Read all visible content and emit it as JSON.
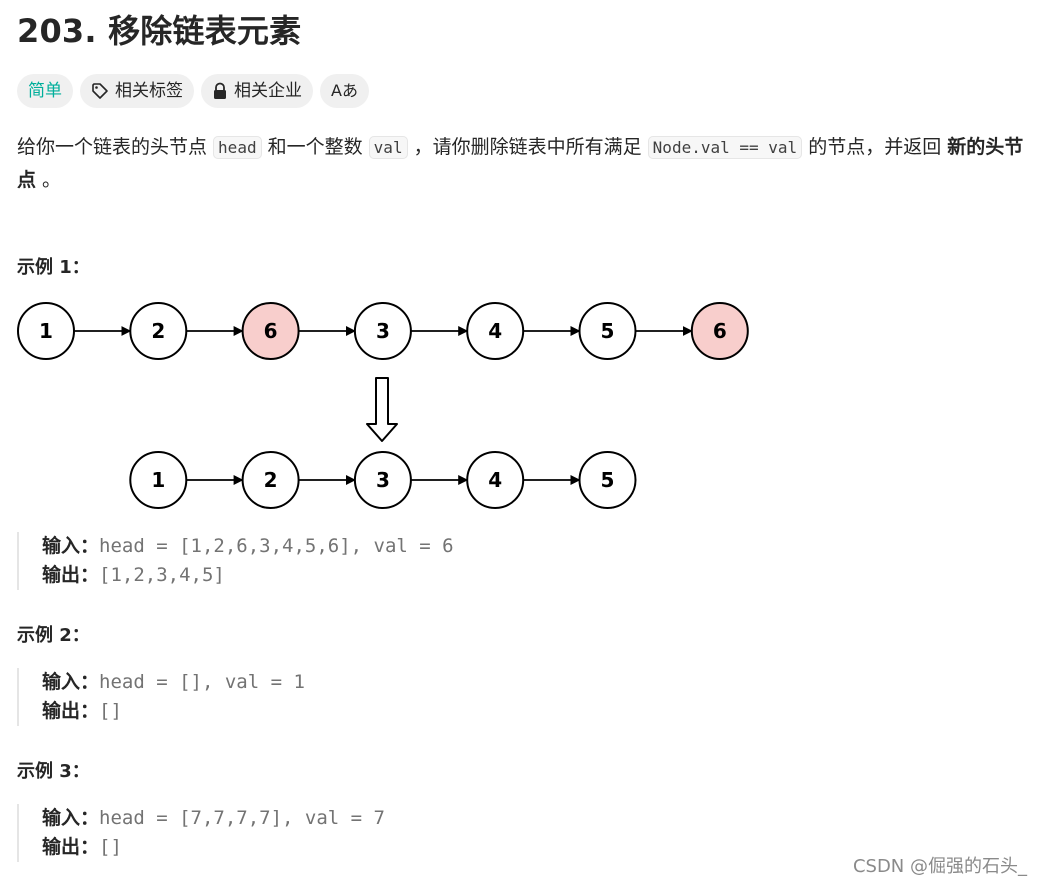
{
  "problem": {
    "title": "203. 移除链表元素",
    "tags": {
      "difficulty": "简单",
      "topics": "相关标签",
      "companies": "相关企业",
      "translate_icon": "Aあ"
    },
    "description": {
      "p1": "给你一个链表的头节点 ",
      "code_head": "head",
      "p2": " 和一个整数 ",
      "code_val": "val",
      "p3": " ，请你删除链表中所有满足 ",
      "code_cond": "Node.val == val",
      "p4": " 的节点，并返回 ",
      "bold": "新的头节点",
      "p5": " 。"
    }
  },
  "diagram": {
    "top_nodes": [
      "1",
      "2",
      "6",
      "3",
      "4",
      "5",
      "6"
    ],
    "highlight_value": "6",
    "bottom_nodes": [
      "1",
      "2",
      "3",
      "4",
      "5"
    ],
    "node_fill": "#ffffff",
    "highlight_fill": "#f8cecc"
  },
  "examples": [
    {
      "title": "示例 1：",
      "input_label": "输入：",
      "input": "head = [1,2,6,3,4,5,6], val = 6",
      "output_label": "输出：",
      "output": "[1,2,3,4,5]"
    },
    {
      "title": "示例 2：",
      "input_label": "输入：",
      "input": "head = [], val = 1",
      "output_label": "输出：",
      "output": "[]"
    },
    {
      "title": "示例 3：",
      "input_label": "输入：",
      "input": "head = [7,7,7,7], val = 7",
      "output_label": "输出：",
      "output": "[]"
    }
  ],
  "watermark": "CSDN @倔强的石头_"
}
